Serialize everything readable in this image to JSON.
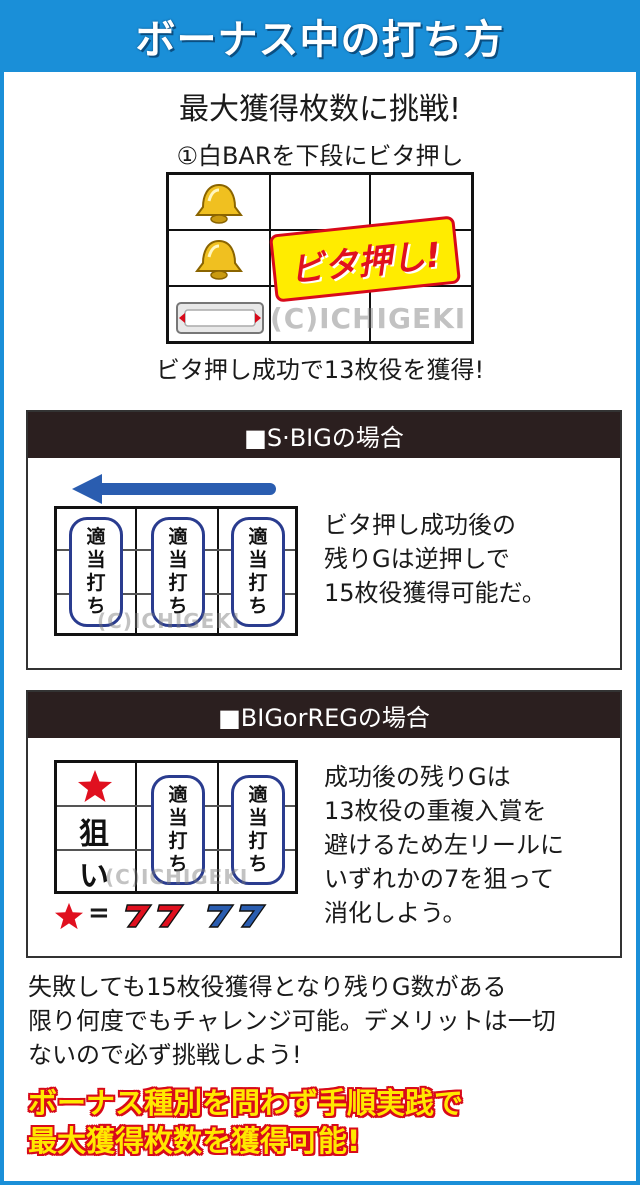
{
  "title": "ボーナス中の打ち方",
  "headline": "最大獲得枚数に挑戦!",
  "step1": "①白BARを下段にビタ押し",
  "bita_label": "ビタ押し!",
  "watermark": "(C)ICHIGEKI",
  "caption1": "ビタ押し成功で13枚役を獲得!",
  "section_sbig": {
    "heading": "■S·BIGの場合",
    "tekito_label": [
      "適",
      "当",
      "打",
      "ち"
    ],
    "text": [
      "ビタ押し成功後の",
      "残りGは逆押しで",
      "15枚役獲得可能だ。"
    ]
  },
  "section_bigreg": {
    "heading": "■BIGorREGの場合",
    "nerai_label": [
      "狙",
      "い"
    ],
    "tekito_label": [
      "適",
      "当",
      "打",
      "ち"
    ],
    "legend_equals": "=",
    "text": [
      "成功後の残りGは",
      "13枚役の重複入賞を",
      "避けるため左リールに",
      "いずれかの7を狙って",
      "消化しよう。"
    ]
  },
  "footer": [
    "失敗しても15枚役獲得となり残りG数がある",
    "限り何度でもチャレンジ可能。デメリットは一切",
    "ないので必ず挑戦しよう!"
  ],
  "emphasis": [
    "ボーナス種別を問わず手順実践で",
    "最大獲得枚数を獲得可能!"
  ],
  "colors": {
    "brand_blue": "#1a8fd8",
    "section_head": "#2b1f1f",
    "emphasis_yellow": "#ffe800",
    "emphasis_red": "#d80a1a",
    "arrow_blue": "#2a5db0",
    "star_red": "#e0101f"
  },
  "icons": [
    "bell-icon",
    "white-bar-icon",
    "left-arrow-icon",
    "star-icon",
    "red-seven-icon",
    "blue-seven-icon"
  ]
}
